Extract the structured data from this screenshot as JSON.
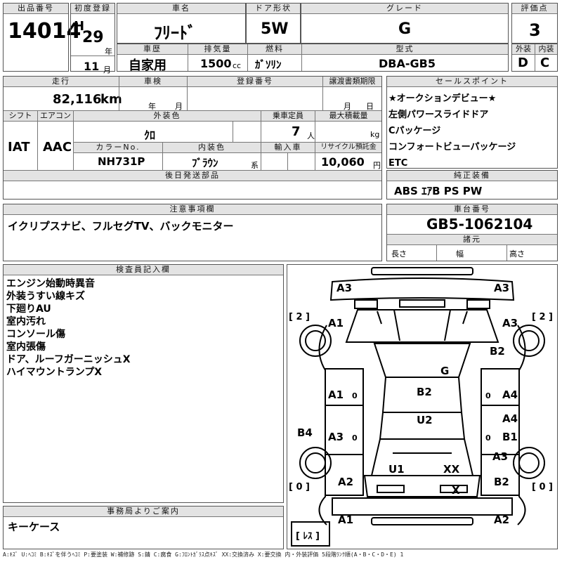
{
  "header": {
    "lot_label": "出品番号",
    "lot_number": "14014",
    "first_reg_label": "初度登録",
    "era": "H",
    "year": "29",
    "year_unit": "年",
    "month": "11",
    "month_unit": "月",
    "car_name_label": "車名",
    "car_name": "ﾌﾘｰﾄﾞ",
    "door_label": "ドア形状",
    "door": "5W",
    "grade_label": "グレード",
    "grade": "G",
    "score_label": "評価点",
    "score": "3",
    "history_label": "車歴",
    "history": "自家用",
    "displacement_label": "排気量",
    "displacement": "1500",
    "displacement_unit": "cc",
    "fuel_label": "燃料",
    "fuel": "ｶﾞｿﾘﾝ",
    "model_label": "型式",
    "model": "DBA-GB5",
    "exterior_label": "外装",
    "exterior": "D",
    "interior_label": "内装",
    "interior": "C"
  },
  "row2": {
    "mileage_label": "走行",
    "mileage": "82,116",
    "mileage_unit": "km",
    "inspection_label": "車検",
    "insp_year_unit": "年",
    "insp_month_unit": "月",
    "reg_label": "登録番号",
    "transfer_label": "譲渡書類期限",
    "transfer_month_unit": "月",
    "transfer_day_unit": "日",
    "shift_label": "シフト",
    "shift": "IAT",
    "ac_label": "エアコン",
    "ac": "AAC",
    "color_label": "外装色",
    "color": "ｸﾛ",
    "capacity_label": "乗車定員",
    "capacity": "7",
    "capacity_unit": "人",
    "load_label": "最大積載量",
    "load_unit": "kg",
    "color_no_label": "カラーNo.",
    "color_no": "NH731P",
    "int_color_label": "内装色",
    "int_color": "ﾌﾞﾗｳﾝ",
    "int_color_suffix": "系",
    "import_label": "輸入車",
    "recycle_label": "リサイクル預託金",
    "recycle": "10,060",
    "recycle_unit": "円",
    "later_parts_label": "後日発送部品"
  },
  "sales_points": {
    "label": "セールスポイント",
    "lines": [
      "★オークションデビュー★",
      "左側パワースライドドア",
      "Cパッケージ",
      "コンフォートビューパッケージ",
      "ETC"
    ]
  },
  "equipment": {
    "label": "純正装備",
    "value": "ABS ｴｱB PS PW"
  },
  "caution": {
    "label": "注意事項欄",
    "value": "イクリプスナビ、フルセグTV、バックモニター"
  },
  "chassis": {
    "label": "車台番号",
    "value": "GB5-1062104"
  },
  "specs": {
    "label": "諸元",
    "length": "長さ",
    "width": "幅",
    "height": "高さ"
  },
  "inspector": {
    "label": "検査員記入欄",
    "lines": [
      "エンジン始動時異音",
      "外装うすい線キズ",
      "下廻りAU",
      "室内汚れ",
      "コンソール傷",
      "室内張傷",
      "ドア、ルーフガーニッシュX",
      "ハイマウントランプX"
    ]
  },
  "office": {
    "label": "事務局よりご案内",
    "value": "キーケース"
  },
  "diagram": {
    "marks": {
      "front_left": "A3",
      "front_right": "A3",
      "fender_l": "A1",
      "fender_r": "A3",
      "b2_right_upper": "B2",
      "hood_g": "G",
      "door_l1": "A1",
      "door_r1": "A4",
      "roof_b2": "B2",
      "roof_u2": "U2",
      "door_r2": "A4",
      "door_r2b": "B1",
      "b4_left": "B4",
      "door_l2": "A3",
      "rear_r": "A3",
      "u1": "U1",
      "xx": "XX",
      "rear_fender_l": "A2",
      "rear_fender_r": "B2",
      "tail_x": "X",
      "rear_bumper_l": "A1",
      "rear_bumper_r": "A2",
      "fl_zero_a": "0",
      "fl_zero_b": "0",
      "rl_zero_a": "0",
      "rl_zero_b": "0"
    },
    "tire_fl": "[ 2 ]",
    "tire_fr": "[ 2 ]",
    "tire_rl": "[ 0 ]",
    "tire_rr": "[ 0 ]",
    "spare": "[ ﾚｽ ]"
  },
  "legend": "A:ｷｽﾞ U:ﾍｺﾐ B:ｷｽﾞを伴うﾍｺﾐ P:要塗装 W:補修跡 S:錆 C:腐食 G:ﾌﾛﾝﾄｶﾞﾗｽ点ｷｽﾞ XX:交換済み X:要交換 内・外装評価 5段階ﾗﾝｸ順(A・B・C・D・E) 1"
}
